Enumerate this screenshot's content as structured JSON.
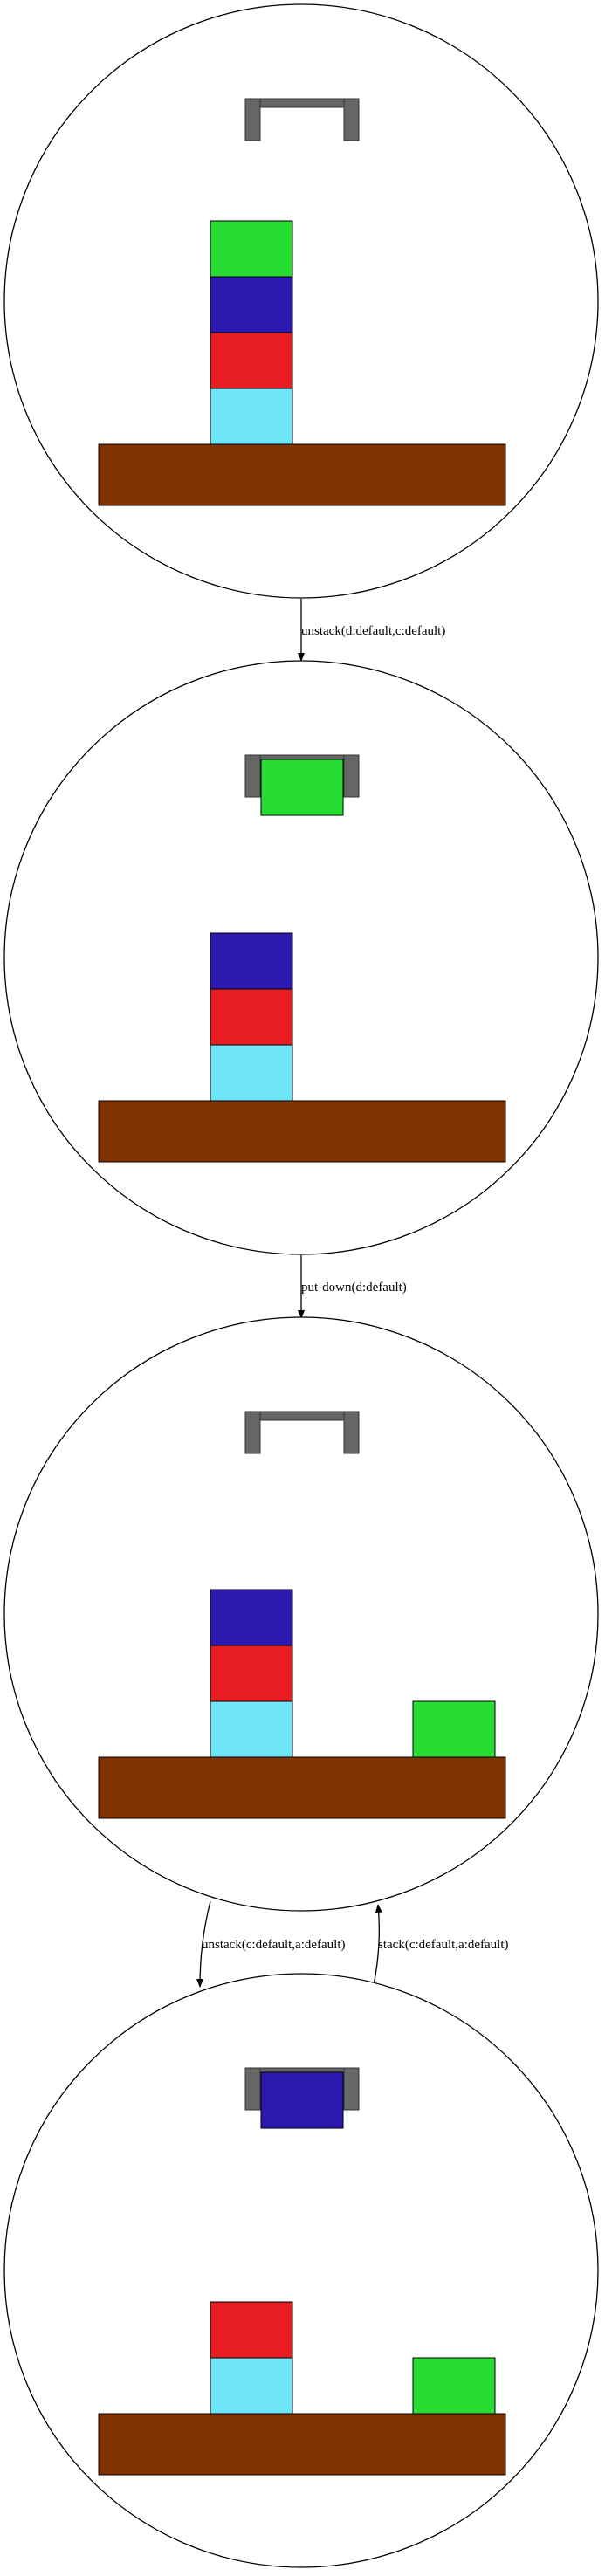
{
  "colors": {
    "table": "#803300",
    "gripper": "#666666",
    "block_a": "#6fe5f7",
    "block_b": "#e81d22",
    "block_c": "#2c1ab0",
    "block_d": "#26dc33",
    "outline": "#000000",
    "edge": "#000000"
  },
  "states": [
    {
      "id": "state-1",
      "holding": null,
      "stacks": [
        [
          "a",
          "b",
          "c",
          "d"
        ]
      ]
    },
    {
      "id": "state-2",
      "holding": "d",
      "stacks": [
        [
          "a",
          "b",
          "c"
        ]
      ]
    },
    {
      "id": "state-3",
      "holding": null,
      "stacks": [
        [
          "a",
          "b",
          "c"
        ],
        [
          "d"
        ]
      ]
    },
    {
      "id": "state-4",
      "holding": "c",
      "stacks": [
        [
          "a",
          "b"
        ],
        [
          "d"
        ]
      ]
    }
  ],
  "edges": [
    {
      "from": "state-1",
      "to": "state-2",
      "label": "unstack(d:default,c:default)"
    },
    {
      "from": "state-2",
      "to": "state-3",
      "label": "put-down(d:default)"
    },
    {
      "from": "state-3",
      "to": "state-4",
      "label": "unstack(c:default,a:default)"
    },
    {
      "from": "state-4",
      "to": "state-3",
      "label": "stack(c:default,a:default)"
    }
  ]
}
